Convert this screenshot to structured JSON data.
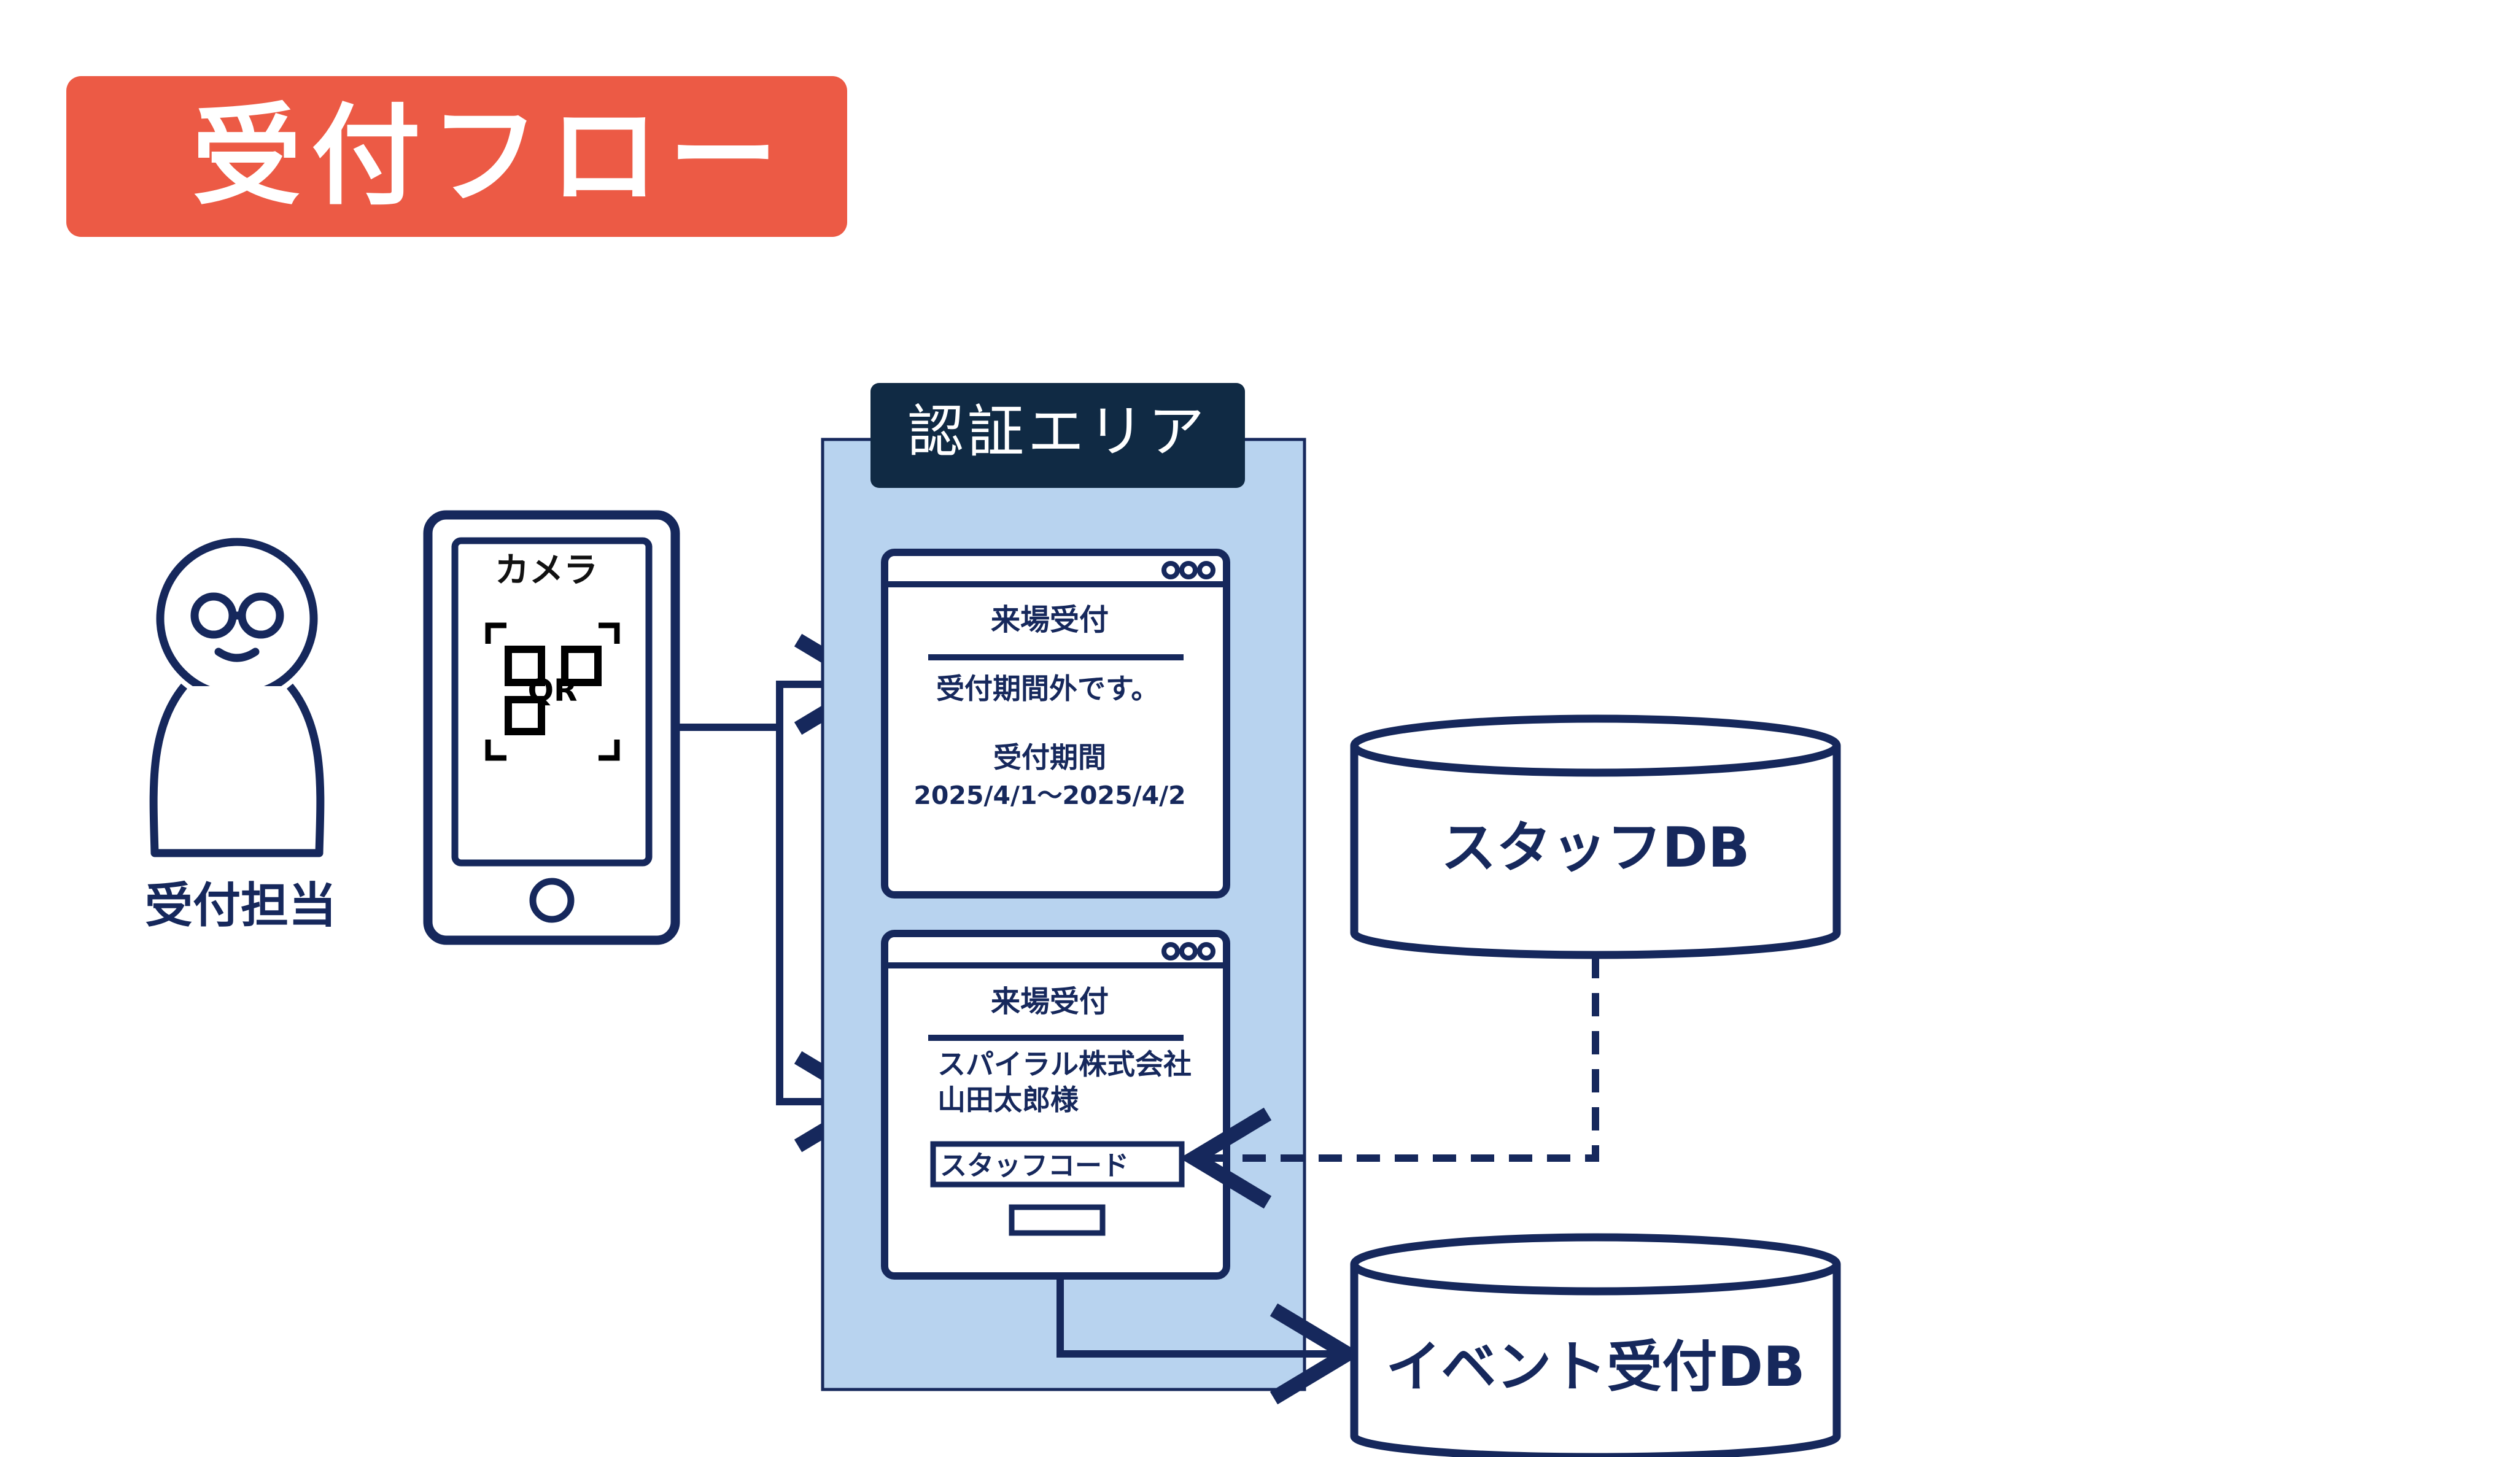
{
  "title": "受付フロー",
  "colors": {
    "accent": "#ec5a45",
    "navy": "#16285c",
    "area_fill": "#b8d3ef",
    "area_label_bg": "#102a44",
    "white": "#ffffff"
  },
  "person": {
    "label": "受付担当",
    "icon": "person-with-glasses-icon"
  },
  "phone": {
    "screen_label": "カメラ",
    "qr_text": "QR",
    "icon": "smartphone-icon"
  },
  "auth_area": {
    "label": "認証エリア"
  },
  "window_top": {
    "heading": "来場受付",
    "message": "受付期間外です。",
    "period_label": "受付期間",
    "period_value": "2025/4/1〜2025/4/2"
  },
  "window_bottom": {
    "heading": "来場受付",
    "company": "スパイラル株式会社",
    "name": "山田太郎様",
    "staff_code_placeholder": "スタッフコード"
  },
  "databases": {
    "staff": "スタッフDB",
    "event": "イベント受付DB"
  }
}
